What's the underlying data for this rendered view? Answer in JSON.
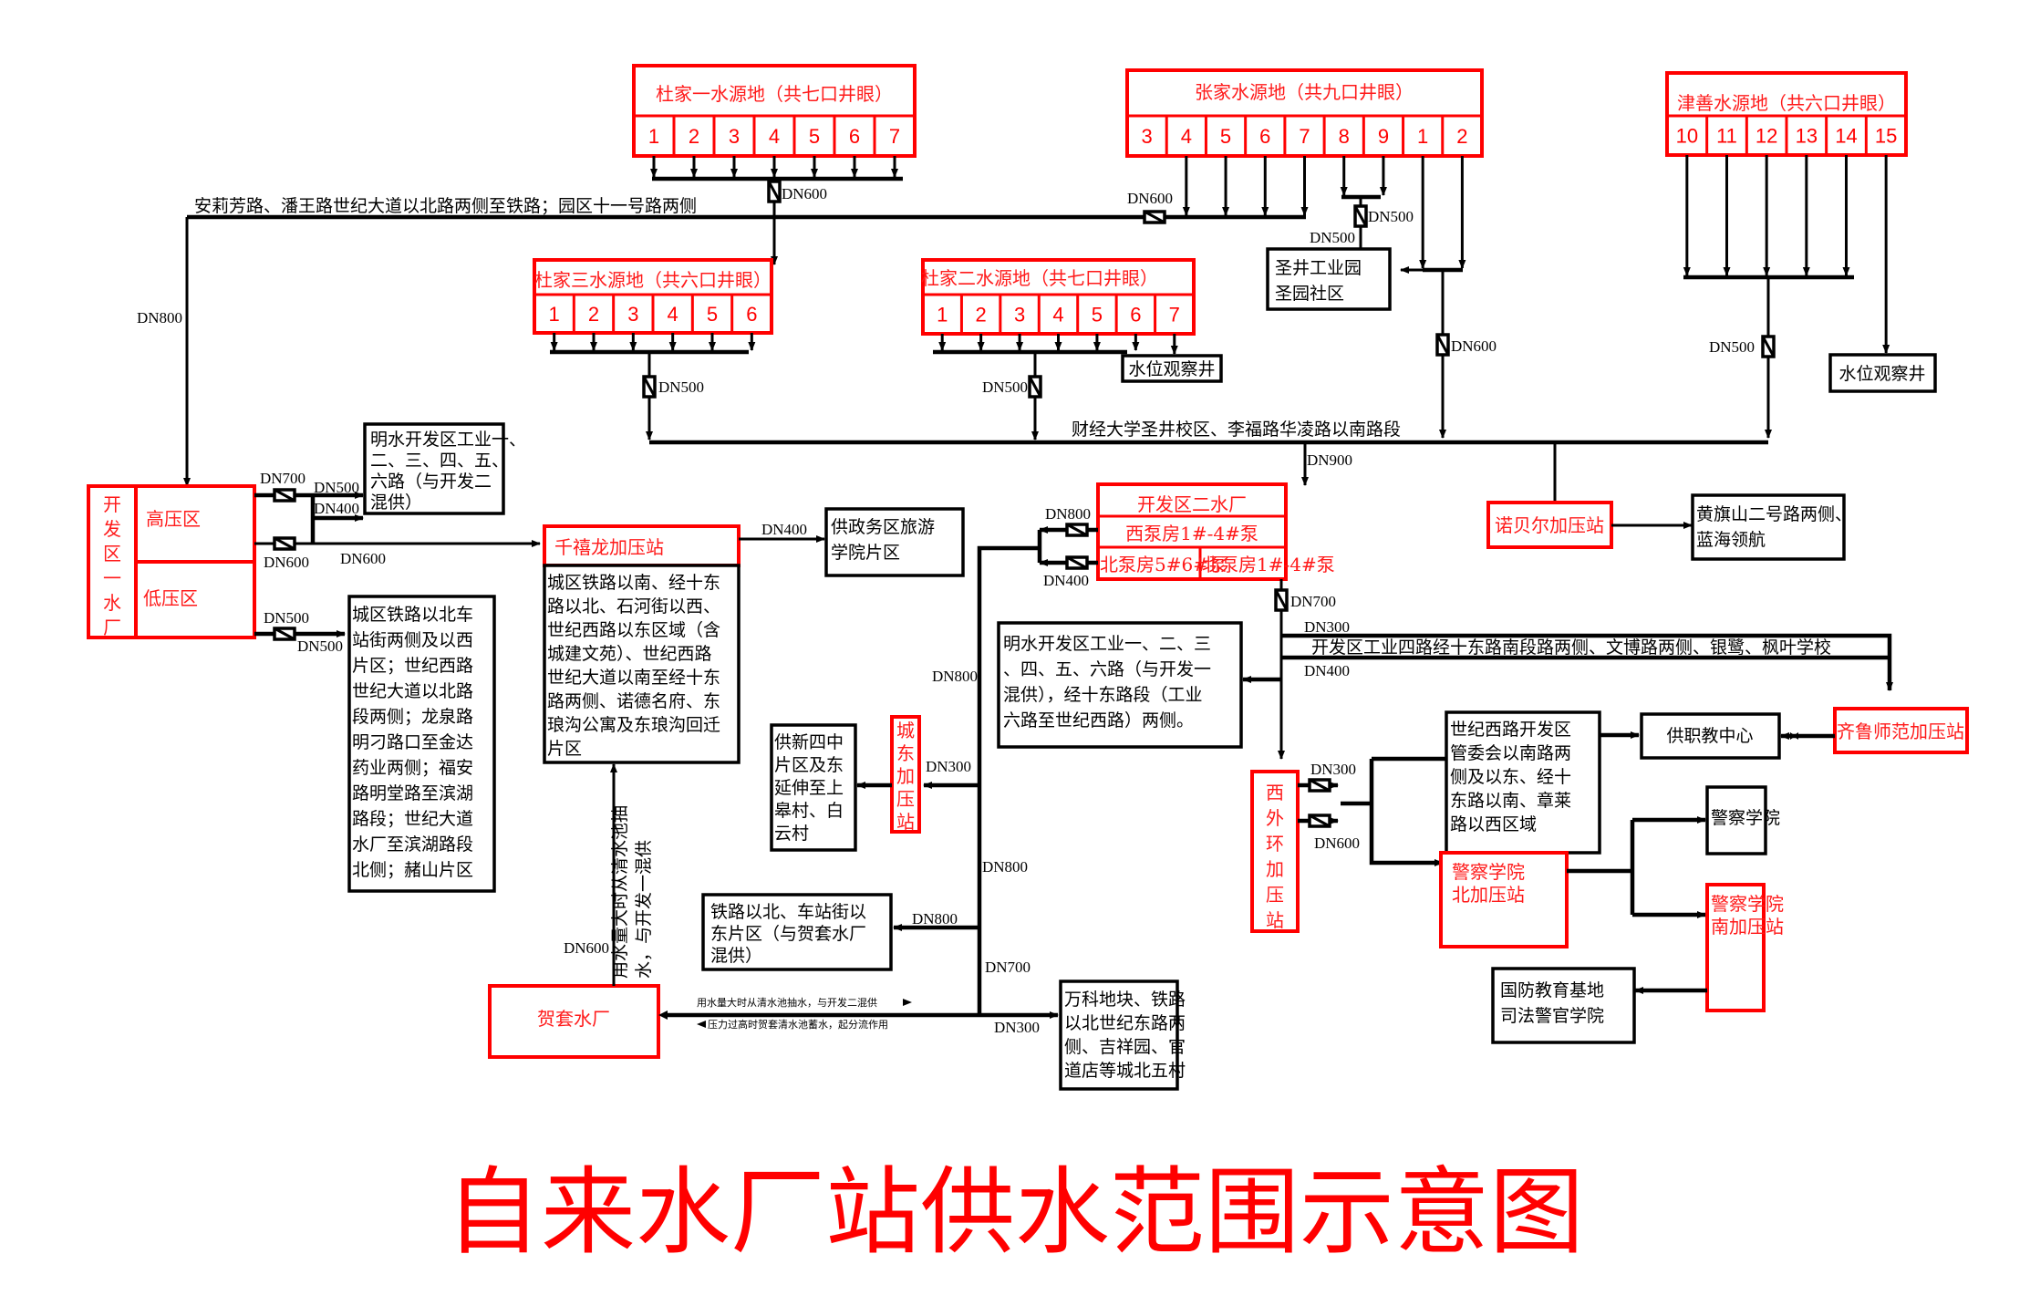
{
  "title": "自来水厂站供水范围示意图",
  "colors": {
    "station": "#ff0000",
    "line": "#000000",
    "background": "#ffffff"
  },
  "sources": {
    "dujia1": {
      "name": "杜家一水源地（共七口井眼）",
      "wells": [
        "1",
        "2",
        "3",
        "4",
        "5",
        "6",
        "7"
      ],
      "pipe": "DN600"
    },
    "zhangjia": {
      "name": "张家水源地（共九口井眼）",
      "wells": [
        "3",
        "4",
        "5",
        "6",
        "7",
        "8",
        "9",
        "1",
        "2"
      ],
      "pipe_main": "DN600",
      "pipe_89_a": "DN500",
      "pipe_89_b": "DN500",
      "pipe_12": "DN600"
    },
    "jinshan": {
      "name": "津善水源地（共六口井眼）",
      "wells": [
        "10",
        "11",
        "12",
        "13",
        "14",
        "15"
      ],
      "pipe": "DN500"
    },
    "dujia3": {
      "name": "杜家三水源地（共六口井眼）",
      "wells": [
        "1",
        "2",
        "3",
        "4",
        "5",
        "6"
      ],
      "pipe": "DN500"
    },
    "dujia2": {
      "name": "杜家二水源地（共七口井眼）",
      "wells": [
        "1",
        "2",
        "3",
        "4",
        "5",
        "6",
        "7"
      ],
      "pipe": "DN500"
    }
  },
  "observation_wells": {
    "label": "水位观察井"
  },
  "mains": {
    "north_line_label": "安莉芳路、潘王路世纪大道以北路两侧至铁路；园区十一号路两侧",
    "north_down_pipe": "DN800",
    "middle_line_label": "财经大学圣井校区、李福路华凌路以南路段",
    "middle_down_pipe": "DN900"
  },
  "plant1": {
    "name_chars": [
      "开",
      "发",
      "区",
      "一",
      "水",
      "厂"
    ],
    "high_zone": "高压区",
    "low_zone": "低压区",
    "pipes": {
      "high_out": "DN700",
      "branch_a": "DN500",
      "branch_b": "DN400",
      "high_second": "DN600",
      "to_qianxilong": "DN600",
      "low_out": "DN500",
      "low_out_b": "DN500"
    }
  },
  "areas": {
    "mingshui_1": "明水开发区工业一、二、三、四、五、六路（与开发二混供）",
    "mingshui_1_lines": [
      "明水开发区工业一、",
      "二、三、四、五、",
      "六路（与开发二",
      "混供）"
    ],
    "low_zone_area_lines": [
      "城区铁路以北车",
      "站街两侧及以西",
      "片区；世纪西路",
      "世纪大道以北路",
      "段两侧；龙泉路",
      "明刁路口至金达",
      "药业两侧；福安",
      "路明堂路至滨湖",
      "路段；世纪大道",
      "水厂至滨湖路段",
      "北侧；赭山片区"
    ],
    "qianxilong_area_lines": [
      "城区铁路以南、经十东",
      "路以北、石河街以西、",
      "世纪西路以东区域（含",
      "城建文苑）、世纪西路",
      "世纪大道以南至经十东",
      "路两侧、诺德名府、东",
      "琅沟公寓及东琅沟回迁",
      "片区"
    ],
    "zhengwu_lines": [
      "供政务区旅游",
      "学院片区"
    ],
    "xinsizhong_lines": [
      "供新四中",
      "片区及东",
      "延伸至上",
      "皋村、白",
      "云村"
    ],
    "tielu_lines": [
      "铁路以北、车站街以",
      "东片区（与贺套水厂",
      "混供）"
    ],
    "wanke_lines": [
      "万科地块、铁路",
      "以北世纪东路两",
      "侧、吉祥园、官",
      "道店等城北五村"
    ],
    "shengjing_lines": [
      "圣井工业园",
      "圣园社区"
    ],
    "huangqi_lines": [
      "黄旗山二号路两侧、",
      "蓝海领航"
    ],
    "mingshui_2_lines": [
      "明水开发区工业一、二、三",
      "、四、五、六路（与开发一",
      "混供），经十东路段（工业",
      "六路至世纪西路）两侧。"
    ],
    "industry4_label": "开发区工业四路经十东路南段路两侧、文博路两侧、银鹭、枫叶学校",
    "shiji_lines": [
      "世纪西路开发区",
      "管委会以南路两",
      "侧及以东、经十",
      "东路以南、章莱",
      "路以西区域"
    ],
    "zhijiao": "供职教中心",
    "police_academy": "警察学院",
    "guofang_lines": [
      "国防教育基地",
      "司法警官学院"
    ]
  },
  "stations": {
    "qianxilong": "千禧龙加压站",
    "chengdong_chars": [
      "城",
      "东",
      "加",
      "压",
      "站"
    ],
    "nuobeier": "诺贝尔加压站",
    "qilu": "齐鲁师范加压站",
    "xiwaihuan_chars": [
      "西",
      "外",
      "环",
      "加",
      "压",
      "站"
    ],
    "police_north_lines": [
      "警察学院",
      "北加压站"
    ],
    "police_south_lines": [
      "警察学院",
      "南加压站"
    ],
    "hetao": "贺套水厂"
  },
  "plant2": {
    "name": "开发区二水厂",
    "west_pump": "西泵房1#-4#泵",
    "north_pump_a": "北泵房5#6#泵",
    "north_pump_b": "北泵房1#-4#泵",
    "pipes": {
      "west_out": "DN800",
      "north_out": "DN400",
      "south_out": "DN700",
      "trunk_west": "DN800",
      "industry4_top": "DN300",
      "industry4_bottom": "DN400",
      "xiwaihuan_a": "DN300",
      "xiwaihuan_b": "DN600"
    }
  },
  "east_trunk": {
    "pipe_upper": "DN800",
    "to_chengdong": "DN300",
    "pipe_mid": "DN800",
    "to_tielu": "DN800",
    "pipe_lower": "DN700",
    "to_wanke": "DN300",
    "qianxilong_down": "DN400"
  },
  "hetao_links": {
    "up_pipe": "DN600",
    "vertical_note_1": "用水量大时从清水池抽",
    "vertical_note_2": "水，与开发一混供",
    "east_note_top": "用水量大时从清水池抽水，与开发二混供",
    "east_note_bottom": "压力过高时贺套清水池蓄水，起分流作用"
  }
}
